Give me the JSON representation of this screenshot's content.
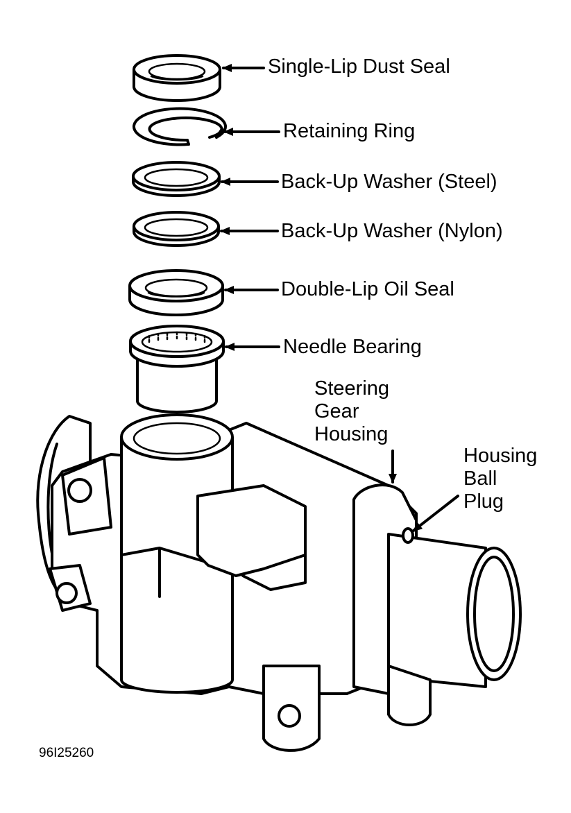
{
  "labels": {
    "dust_seal": "Single-Lip Dust Seal",
    "retaining_ring": "Retaining Ring",
    "washer_steel": "Back-Up Washer (Steel)",
    "washer_nylon": "Back-Up Washer (Nylon)",
    "oil_seal": "Double-Lip Oil Seal",
    "needle_bearing": "Needle Bearing",
    "gear_housing": [
      "Steering",
      "Gear",
      "Housing"
    ],
    "ball_plug": [
      "Housing",
      "Ball",
      "Plug"
    ]
  },
  "figure_id": "96I25260"
}
